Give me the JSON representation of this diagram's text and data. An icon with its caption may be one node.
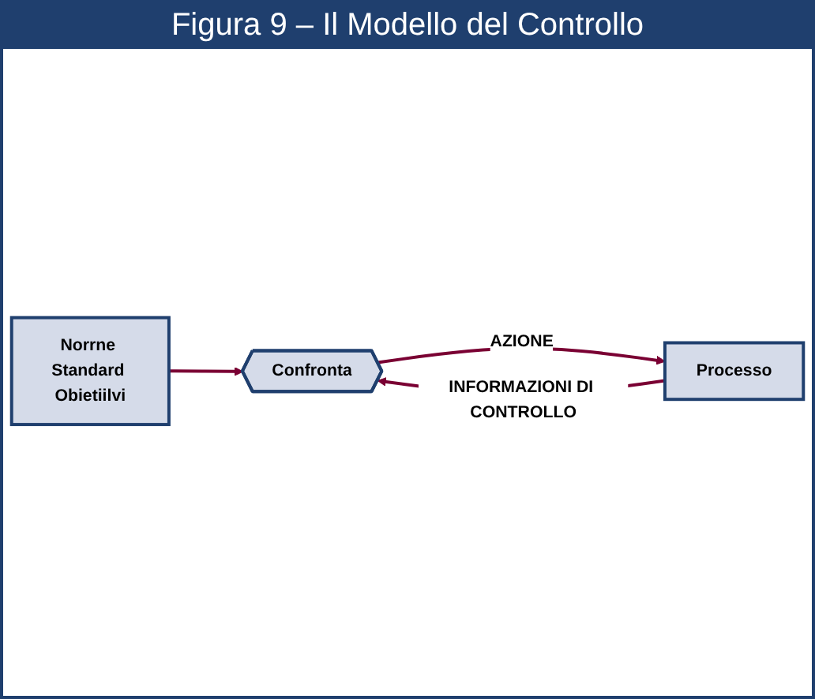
{
  "diagram": {
    "title": "Figura 9 – Il Modello del Controllo",
    "nodes": [
      {
        "text": [
          "Norrne Standard Obietiilvi"
        ]
      },
      {
        "text": [
          "Confronta"
        ]
      },
      {
        "text": [
          "Processo"
        ]
      }
    ],
    "edges": [
      {
        "from": 0,
        "to": 1,
        "arrow": "to"
      },
      {
        "from": 1,
        "to": 2,
        "arrow": "to",
        "label": "AZIONE"
      },
      {
        "from": 2,
        "to": 1,
        "arrow": "to",
        "label": "INFORMAZIONI DI CONTROLLO"
      }
    ]
  }
}
